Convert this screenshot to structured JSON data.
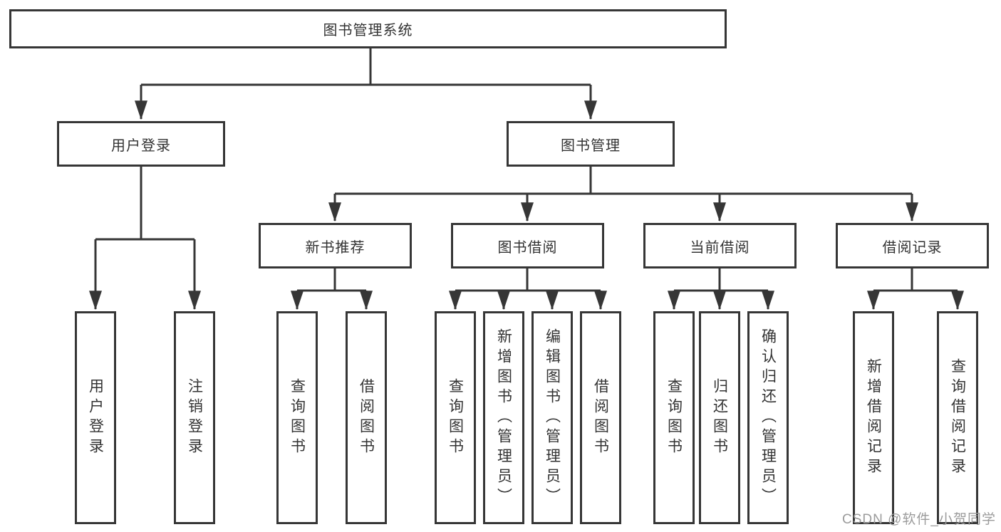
{
  "diagram": {
    "root": {
      "label": "图书管理系统"
    },
    "branches": [
      {
        "label": "用户登录",
        "children": [
          {
            "label": "用户登录"
          },
          {
            "label": "注销登录"
          }
        ]
      },
      {
        "label": "图书管理",
        "children": [
          {
            "label": "新书推荐",
            "children": [
              {
                "label": "查询图书"
              },
              {
                "label": "借阅图书"
              }
            ]
          },
          {
            "label": "图书借阅",
            "children": [
              {
                "label": "查询图书"
              },
              {
                "label": "新增图书（管理员）"
              },
              {
                "label": "编辑图书（管理员）"
              },
              {
                "label": "借阅图书"
              }
            ]
          },
          {
            "label": "当前借阅",
            "children": [
              {
                "label": "查询图书"
              },
              {
                "label": "归还图书"
              },
              {
                "label": "确认归还（管理员）"
              }
            ]
          },
          {
            "label": "借阅记录",
            "children": [
              {
                "label": "新增借阅记录"
              },
              {
                "label": "查询借阅记录"
              }
            ]
          }
        ]
      }
    ]
  },
  "watermark": {
    "text": "CSDN @软件_小贺同学"
  },
  "colors": {
    "line": "#363636",
    "text": "#333333",
    "watermark": "#9b9b9b",
    "background": "#ffffff"
  }
}
